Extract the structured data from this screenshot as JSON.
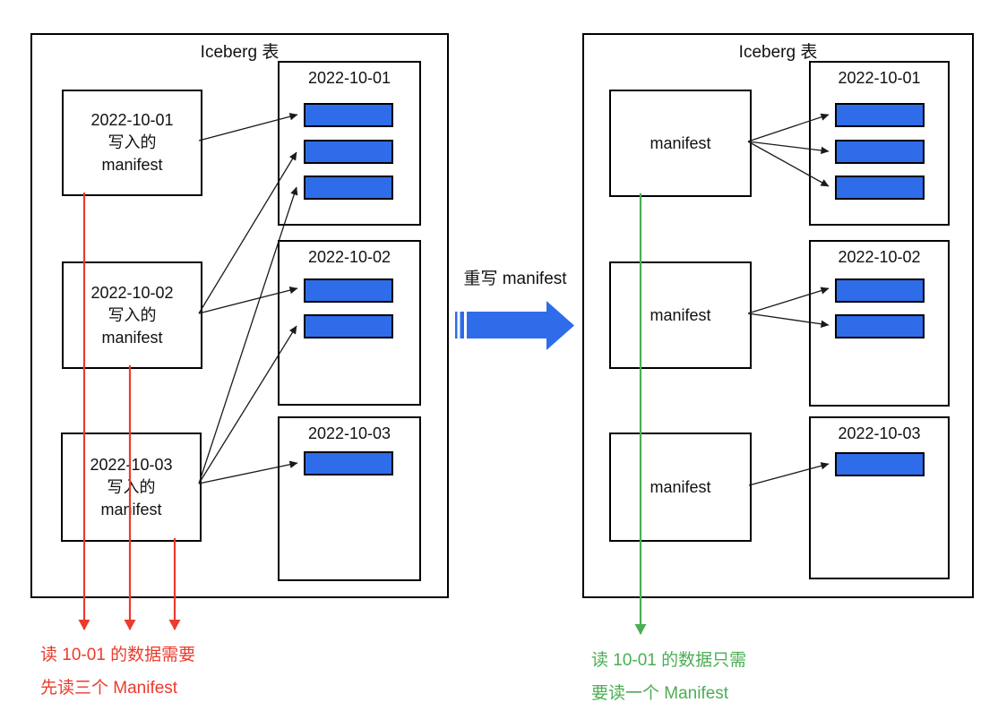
{
  "colors": {
    "file_fill": "#2F6CEA",
    "arrow_blue": "#2F6CEA",
    "annotation_red": "#EB3B2C",
    "annotation_green": "#4BAE53",
    "connector_black": "#1a1a1a",
    "box_border": "#000000"
  },
  "left_diagram": {
    "title": "Iceberg 表",
    "manifests": [
      {
        "label": "2022-10-01\n写入的\nmanifest"
      },
      {
        "label": "2022-10-02\n写入的\nmanifest"
      },
      {
        "label": "2022-10-03\n写入的\nmanifest"
      }
    ],
    "partitions": [
      {
        "title": "2022-10-01",
        "file_count": 3
      },
      {
        "title": "2022-10-02",
        "file_count": 2
      },
      {
        "title": "2022-10-03",
        "file_count": 1
      }
    ],
    "annotation": {
      "line1": "读 10-01 的数据需要",
      "line2": "先读三个 Manifest"
    }
  },
  "transform": {
    "label": "重写 manifest"
  },
  "right_diagram": {
    "title": "Iceberg 表",
    "manifests": [
      {
        "label": "manifest"
      },
      {
        "label": "manifest"
      },
      {
        "label": "manifest"
      }
    ],
    "partitions": [
      {
        "title": "2022-10-01",
        "file_count": 3
      },
      {
        "title": "2022-10-02",
        "file_count": 2
      },
      {
        "title": "2022-10-03",
        "file_count": 1
      }
    ],
    "annotation": {
      "line1": "读 10-01 的数据只需",
      "line2": "要读一个 Manifest"
    }
  }
}
